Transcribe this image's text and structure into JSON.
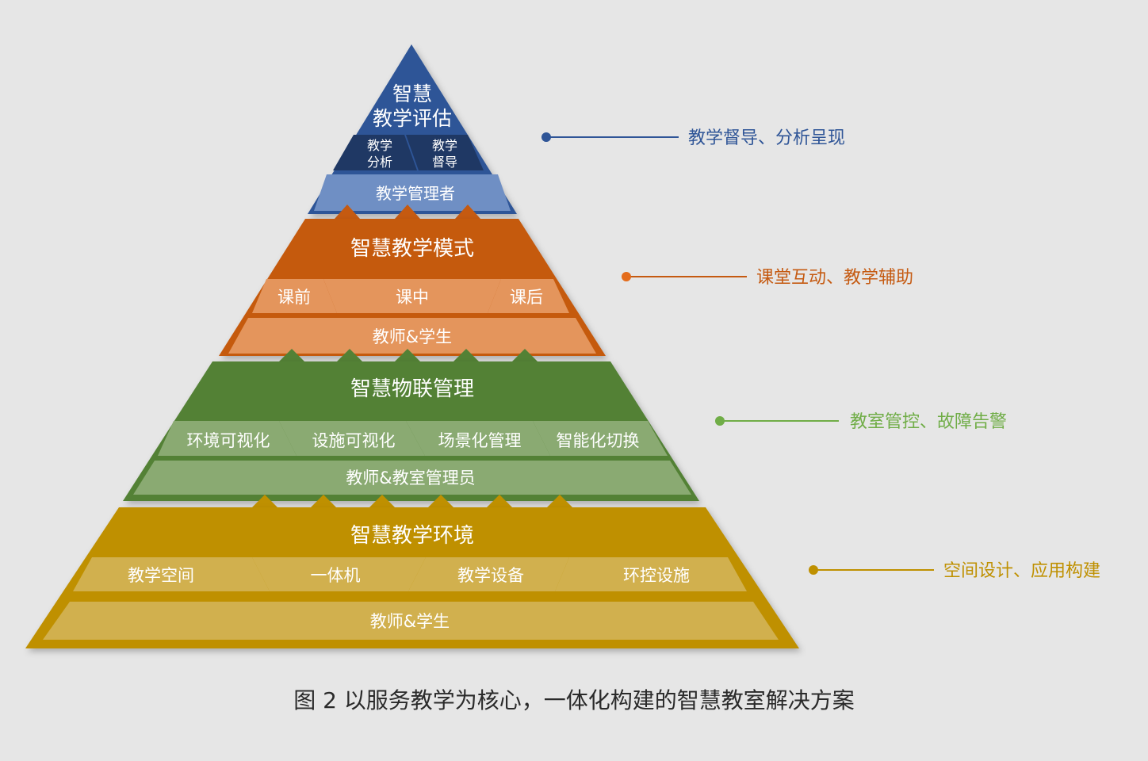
{
  "colors": {
    "background": "#e6e6e6",
    "blue": "#2f5597",
    "blue_dark": "#1f3864",
    "blue_light": "#6f8fc4",
    "orange": "#c55a11",
    "orange_light": "#e4955c",
    "green": "#538135",
    "green_light": "#8aaa72",
    "gold": "#bf9000",
    "gold_light": "#d1b04e"
  },
  "layers": {
    "top": {
      "title_line1": "智慧",
      "title_line2": "教学评估",
      "cell_left_line1": "教学",
      "cell_left_line2": "分析",
      "cell_right_line1": "教学",
      "cell_right_line2": "督导",
      "base": "教学管理者",
      "annotation": "教学督导、分析呈现"
    },
    "second": {
      "title": "智慧教学模式",
      "cells": [
        "课前",
        "课中",
        "课后"
      ],
      "base": "教师&学生",
      "annotation": "课堂互动、教学辅助"
    },
    "third": {
      "title": "智慧物联管理",
      "cells": [
        "环境可视化",
        "设施可视化",
        "场景化管理",
        "智能化切换"
      ],
      "base": "教师&教室管理员",
      "annotation": "教室管控、故障告警"
    },
    "bottom": {
      "title": "智慧教学环境",
      "cells": [
        "教学空间",
        "一体机",
        "教学设备",
        "环控设施"
      ],
      "base": "教师&学生",
      "annotation": "空间设计、应用构建"
    }
  },
  "caption": "图 2  以服务教学为核心，一体化构建的智慧教室解决方案"
}
